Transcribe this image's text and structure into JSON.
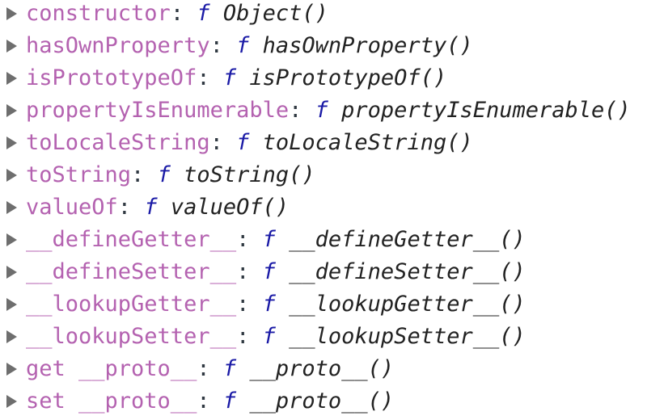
{
  "properties": [
    {
      "key": "constructor",
      "fn": "Object()"
    },
    {
      "key": "hasOwnProperty",
      "fn": "hasOwnProperty()"
    },
    {
      "key": "isPrototypeOf",
      "fn": "isPrototypeOf()"
    },
    {
      "key": "propertyIsEnumerable",
      "fn": "propertyIsEnumerable()"
    },
    {
      "key": "toLocaleString",
      "fn": "toLocaleString()"
    },
    {
      "key": "toString",
      "fn": "toString()"
    },
    {
      "key": "valueOf",
      "fn": "valueOf()"
    },
    {
      "key": "__defineGetter__",
      "fn": "__defineGetter__()"
    },
    {
      "key": "__defineSetter__",
      "fn": "__defineSetter__()"
    },
    {
      "key": "__lookupGetter__",
      "fn": "__lookupGetter__()"
    },
    {
      "key": "__lookupSetter__",
      "fn": "__lookupSetter__()"
    },
    {
      "key": "get __proto__",
      "fn": "__proto__()"
    },
    {
      "key": "set __proto__",
      "fn": "__proto__()"
    }
  ],
  "separator": ": ",
  "function_marker": "f",
  "colors": {
    "key": "#b462b0",
    "function_marker": "#1a1aa6",
    "text": "#222222"
  }
}
